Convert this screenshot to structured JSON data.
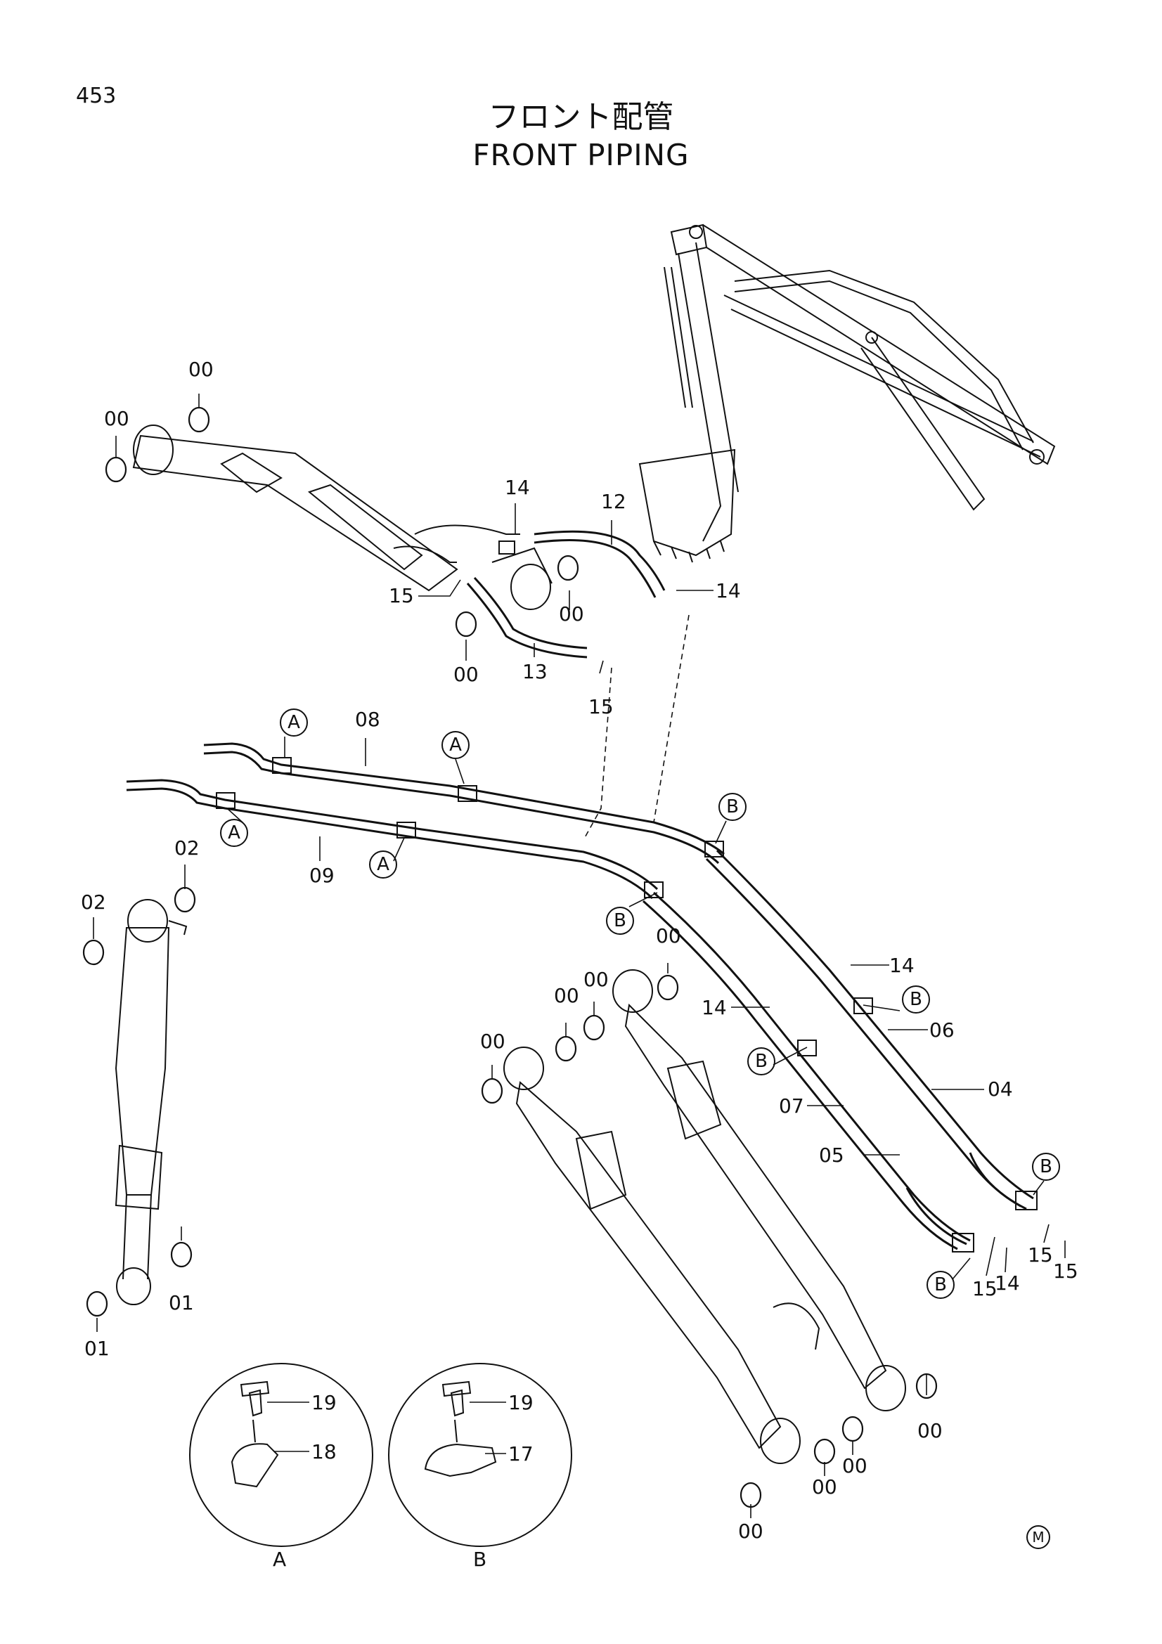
{
  "page_number": "453",
  "title_ja": "フロント配管",
  "title_en": "FRONT PIPING",
  "detail_markers": [
    "A",
    "B"
  ],
  "manufacturer_mark": "M",
  "labels": {
    "l01": "00",
    "l02": "00",
    "l03": "14",
    "l04": "12",
    "l05": "15",
    "l06": "00",
    "l07": "14",
    "l08": "00",
    "l09": "13",
    "l10": "15",
    "l11": "08",
    "l12": "09",
    "l13": "02",
    "l14": "02",
    "l15": "14",
    "l16": "14",
    "l17": "06",
    "l18": "04",
    "l19": "07",
    "l20": "05",
    "l21": "00",
    "l22": "00",
    "l23": "00",
    "l24": "00",
    "l25": "15",
    "l26": "14",
    "l27": "15",
    "l28": "15",
    "l29": "01",
    "l30": "01",
    "l31": "00",
    "l32": "00",
    "l33": "00",
    "l34": "00",
    "l35": "19",
    "l36": "18",
    "l37": "19",
    "l38": "17",
    "l39": "A",
    "l40": "B"
  }
}
